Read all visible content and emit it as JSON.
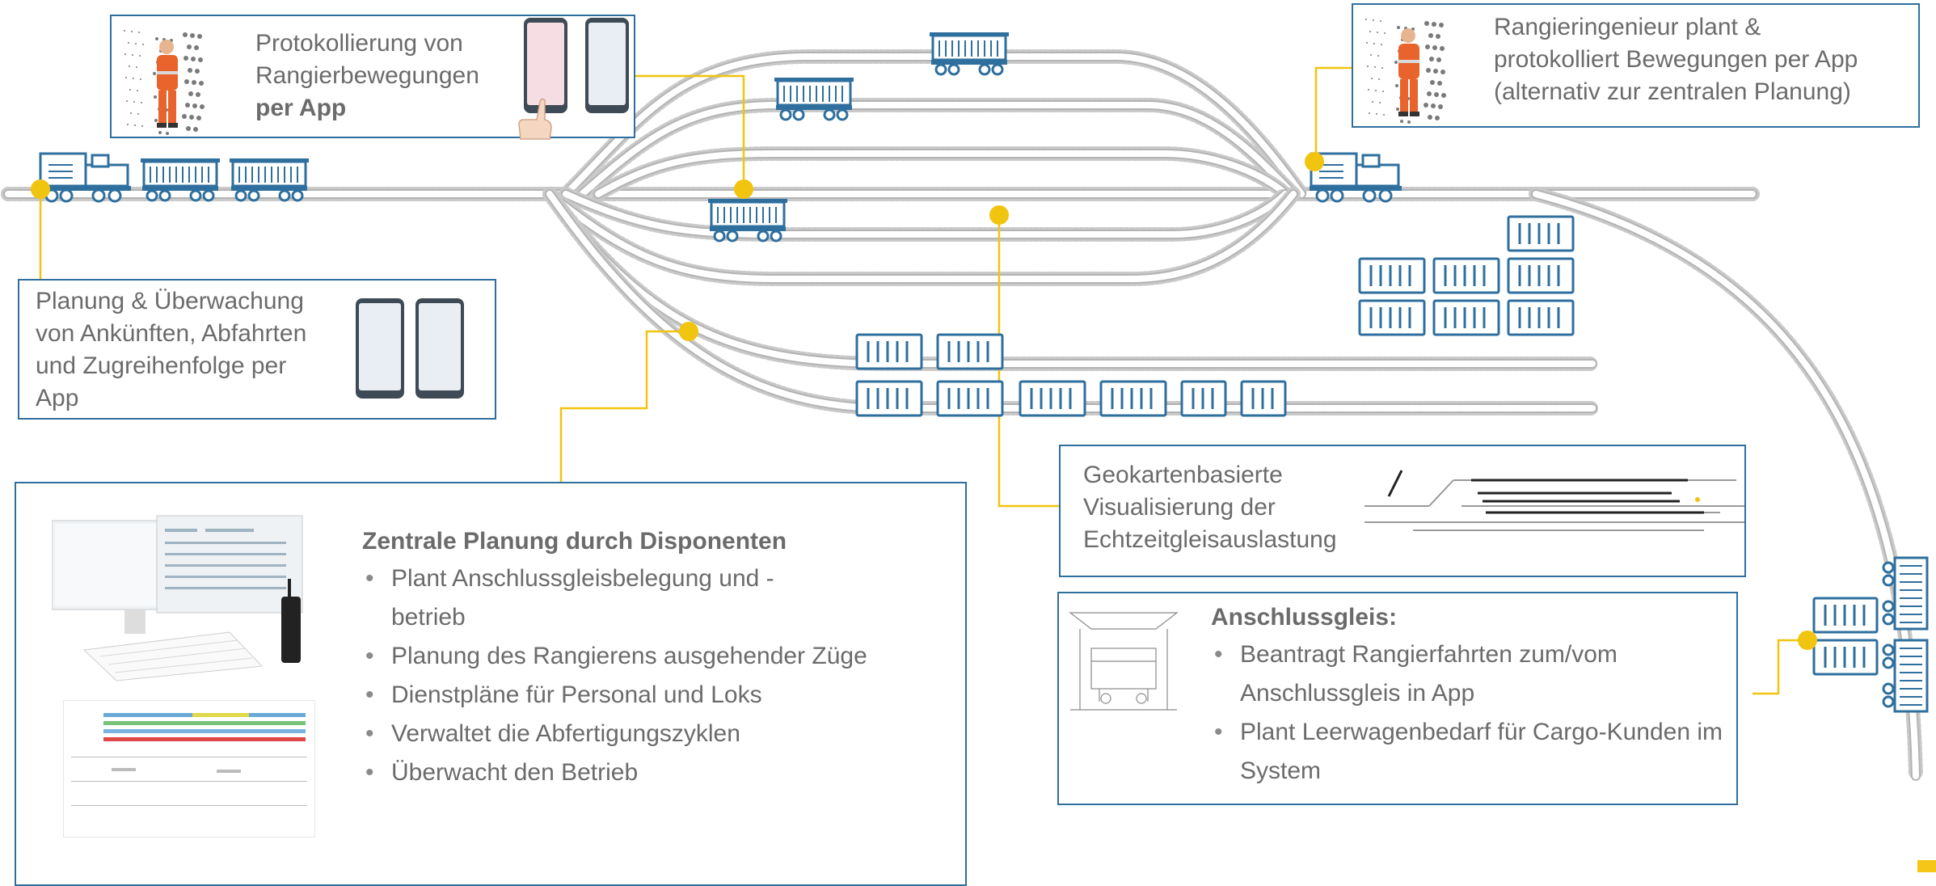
{
  "colors": {
    "accent_yellow": "#f1c40f",
    "box_blue": "#2e6f9e",
    "track_gray": "#b4b4b4",
    "text_gray": "#6b6b6b"
  },
  "callouts": {
    "protokoll": {
      "line1": "Protokollierung von",
      "line2": "Rangierbewegungen",
      "line3": "per App"
    },
    "ingenieur": {
      "line1": "Rangieringenieur plant &",
      "line2": "protokolliert Bewegungen per App",
      "line3": "(alternativ zur zentralen Planung)"
    },
    "planung": {
      "line1": "Planung & Überwachung",
      "line2": "von Ankünften, Abfahrten",
      "line3": "und Zugreihenfolge per",
      "line4": "App"
    },
    "geo": {
      "line1": "Geokartenbasierte",
      "line2": "Visualisierung der",
      "line3": "Echtzeitgleisauslastung"
    },
    "zentral": {
      "title": "Zentrale Planung durch Disponenten",
      "items": [
        "Plant Anschlussgleisbelegung und -betrieb",
        "Planung des Rangierens ausgehender Züge",
        "Dienstpläne für Personal und Loks",
        "Verwaltet die Abfertigungszyklen",
        "Überwacht den Betrieb"
      ]
    },
    "anschluss": {
      "title": "Anschlussgleis:",
      "items": [
        "Beantragt Rangierfahrten zum/vom Anschlussgleis in App",
        "Plant Leerwagenbedarf für Cargo-Kunden im System"
      ]
    }
  },
  "icons": {
    "worker": "railway-worker-icon",
    "phone": "smartphone-icon",
    "hand": "pointing-hand-icon",
    "locomotive": "locomotive-icon",
    "wagon": "freight-wagon-icon",
    "container": "container-icon",
    "computer": "computer-workstation-icon",
    "radio": "radio-icon",
    "map": "track-map-icon",
    "siding": "siding-shed-icon"
  }
}
